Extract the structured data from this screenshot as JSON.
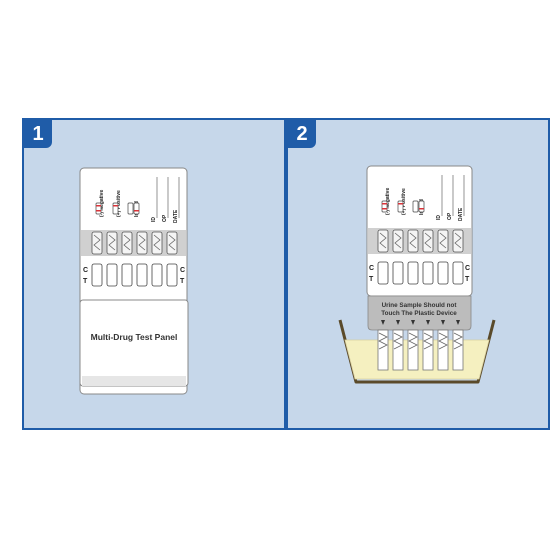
{
  "panel1": {
    "step": "1",
    "device": {
      "label_text": "Multi-Drug Test Panel",
      "legend": {
        "negative": "(-) Negative",
        "positive": "(+) Positive",
        "invalid": "Invalid"
      },
      "fields": [
        "ID",
        "OP",
        "DATE"
      ],
      "control_letter": "C",
      "test_letter": "T"
    }
  },
  "panel2": {
    "step": "2",
    "device": {
      "legend": {
        "negative": "(-) Negative",
        "positive": "(+) Positive",
        "invalid": "Invalid"
      },
      "fields": [
        "ID",
        "OP",
        "DATE"
      ],
      "control_letter": "C",
      "test_letter": "T",
      "warning_line1": "Urine Sample Should not",
      "warning_line2": "Touch The Plastic Device"
    }
  },
  "colors": {
    "panel_bg": "#c6d7ea",
    "panel_border": "#1f5ca8",
    "badge_bg": "#1f5ca8",
    "urine": "#f5f0c0",
    "line_red": "#d8343a"
  }
}
